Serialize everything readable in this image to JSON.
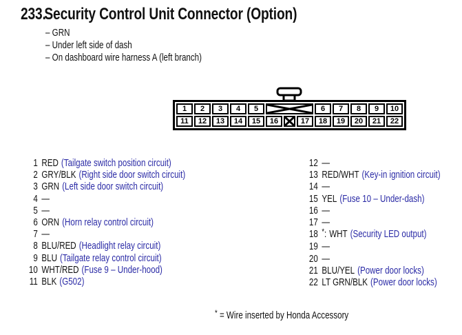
{
  "title": {
    "number": "233.",
    "text": "Security Control Unit Connector (Option)"
  },
  "notes": [
    "– GRN",
    "– Under left side of dash",
    "– On dashboard wire harness A (left branch)"
  ],
  "connector": {
    "top_row": [
      "1",
      "2",
      "3",
      "4",
      "5",
      "X",
      "6",
      "7",
      "8",
      "9",
      "10"
    ],
    "bottom_row": [
      "11",
      "12",
      "13",
      "14",
      "15",
      "16",
      "X",
      "17",
      "18",
      "19",
      "20",
      "21",
      "22"
    ]
  },
  "pins_left": [
    {
      "num": "1",
      "wire": "RED",
      "circuit": "(Tailgate switch position circuit)"
    },
    {
      "num": "2",
      "wire": "GRY/BLK",
      "circuit": "(Right side door switch circuit)"
    },
    {
      "num": "3",
      "wire": "GRN",
      "circuit": "(Left side door switch circuit)"
    },
    {
      "num": "4",
      "wire": "—",
      "circuit": ""
    },
    {
      "num": "5",
      "wire": "—",
      "circuit": ""
    },
    {
      "num": "6",
      "wire": "ORN",
      "circuit": "(Horn relay control circuit)"
    },
    {
      "num": "7",
      "wire": "—",
      "circuit": ""
    },
    {
      "num": "8",
      "wire": "BLU/RED",
      "circuit": "(Headlight relay circuit)"
    },
    {
      "num": "9",
      "wire": "BLU",
      "circuit": "(Tailgate relay control circuit)"
    },
    {
      "num": "10",
      "wire": "WHT/RED",
      "circuit": "(Fuse 9 – Under-hood)"
    },
    {
      "num": "11",
      "wire": "BLK",
      "circuit": "(G502)"
    }
  ],
  "pins_right": [
    {
      "num": "12",
      "wire": "—",
      "circuit": ""
    },
    {
      "num": "13",
      "wire": "RED/WHT",
      "circuit": "(Key-in ignition circuit)"
    },
    {
      "num": "14",
      "wire": "—",
      "circuit": ""
    },
    {
      "num": "15",
      "wire": "YEL",
      "circuit": "(Fuse 10 – Under-dash)"
    },
    {
      "num": "16",
      "wire": "—",
      "circuit": ""
    },
    {
      "num": "17",
      "wire": "—",
      "circuit": ""
    },
    {
      "num": "18",
      "star": "*",
      "sep": ":",
      "wire": "WHT",
      "circuit": "(Security LED output)"
    },
    {
      "num": "19",
      "wire": "—",
      "circuit": ""
    },
    {
      "num": "20",
      "wire": "—",
      "circuit": ""
    },
    {
      "num": "21",
      "wire": "BLU/YEL",
      "circuit": "(Power door locks)"
    },
    {
      "num": "22",
      "wire": "LT GRN/BLK",
      "circuit": "(Power door locks)"
    }
  ],
  "footnote": {
    "star": "*",
    "text": "= Wire inserted by Honda Accessory"
  },
  "colors": {
    "circuit_blue": "#2b2ba6",
    "text_black": "#111111",
    "line_black": "#000000",
    "background": "#ffffff"
  }
}
